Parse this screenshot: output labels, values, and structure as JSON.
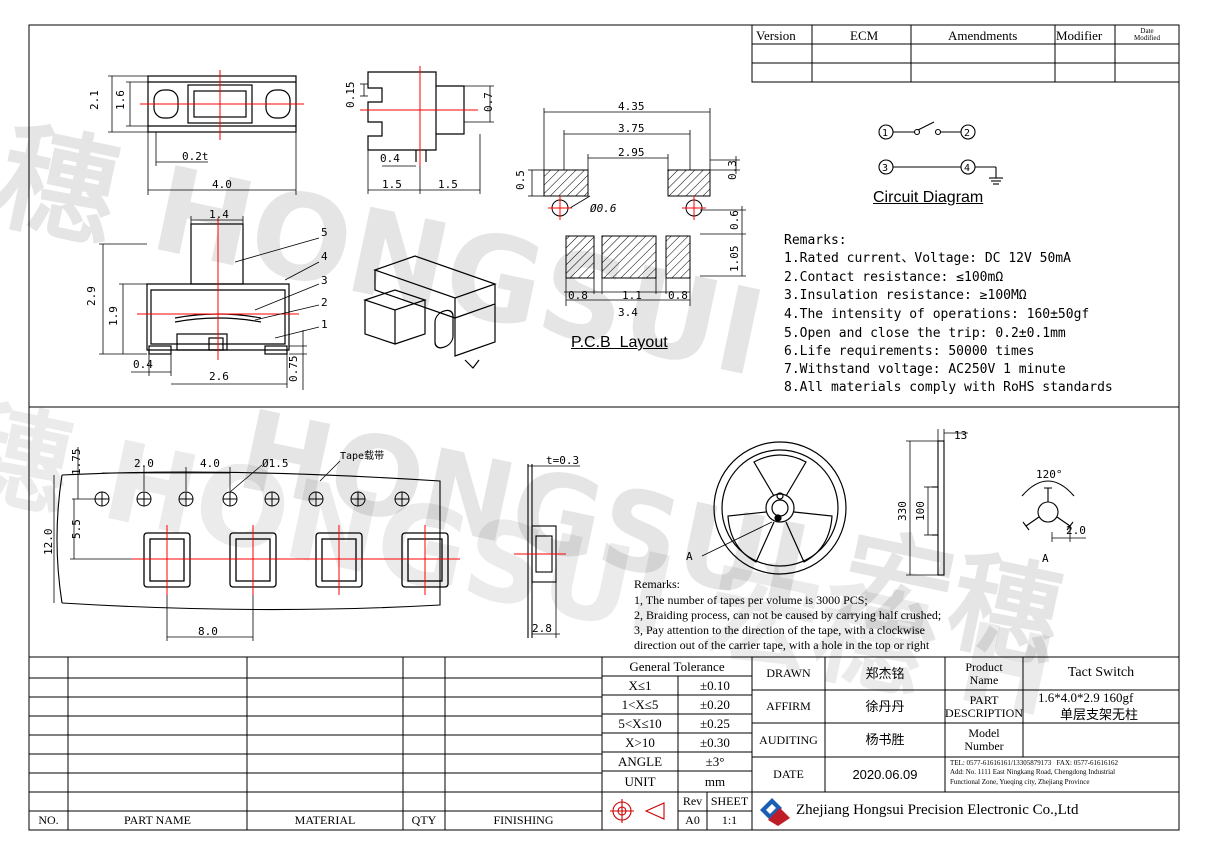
{
  "revision_table": {
    "headers": [
      "Version",
      "ECM",
      "Amendments",
      "Modifier"
    ],
    "date_modified": "Date\nModified"
  },
  "circuit": {
    "pins": [
      "1",
      "2",
      "3",
      "4"
    ],
    "title": "Circuit Diagram"
  },
  "pcb_layout": {
    "title": "P.C.B  Layout",
    "dims": {
      "w435": "4.35",
      "w375": "3.75",
      "w295": "2.95",
      "h05": "0.5",
      "h03": "0.3",
      "hole": "Ø0.6",
      "h06": "0.6",
      "h105": "1.05",
      "p08a": "0.8",
      "p11": "1.1",
      "p08b": "0.8",
      "w34": "3.4"
    }
  },
  "top_view_dims": {
    "h21": "2.1",
    "h16": "1.6",
    "t02": "0.2t",
    "w40": "4.0"
  },
  "side_view_dims": {
    "h015": "0.15",
    "h07": "0.7",
    "w04": "0.4",
    "w15a": "1.5",
    "w15b": "1.5"
  },
  "front_view_dims": {
    "w14": "1.4",
    "h29": "2.9",
    "h19": "1.9",
    "w04": "0.4",
    "w26": "2.6",
    "h075": "0.75",
    "callouts": [
      "5",
      "4",
      "3",
      "2",
      "1"
    ]
  },
  "remarks": {
    "title": "Remarks:",
    "items": [
      "1.Rated current、Voltage: DC 12V 50mA",
      "2.Contact resistance: ≤100mΩ",
      "3.Insulation resistance: ≥100MΩ",
      "4.The intensity of operations: 160±50gf",
      "5.Open and close the trip: 0.2±0.1mm",
      "6.Life requirements: 50000 times",
      "7.Withstand voltage: AC250V 1 minute",
      "8.All materials comply with RoHS standards"
    ]
  },
  "tape": {
    "dims": {
      "d175": "1.75",
      "p20": "2.0",
      "p40": "4.0",
      "hole": "Ø1.5",
      "tape_label": "Tape载带",
      "w55": "5.5",
      "w120": "12.0",
      "p80": "8.0",
      "t03": "t=0.3",
      "d28": "2.8"
    }
  },
  "reel": {
    "dims": {
      "w13": "13",
      "d330": "330",
      "d100": "100",
      "angle": "120°",
      "d20": "2.0"
    },
    "label_a": "A",
    "label_a2": "A"
  },
  "tape_remarks": {
    "title": "Remarks:",
    "items": [
      "1, The number of tapes per volume is 3000 PCS;",
      "2, Braiding process, can not be caused by carrying half crushed;",
      "3, Pay attention to the direction of the tape, with a clockwise",
      "direction out of the carrier tape, with a hole in the top or right"
    ]
  },
  "bom": {
    "headers": [
      "NO.",
      "PART NAME",
      "MATERIAL",
      "QTY",
      "FINISHING"
    ]
  },
  "tolerance": {
    "title": "General Tolerance",
    "rows": [
      [
        "X≤1",
        "±0.10"
      ],
      [
        "1<X≤5",
        "±0.20"
      ],
      [
        "5<X≤10",
        "±0.25"
      ],
      [
        "X>10",
        "±0.30"
      ],
      [
        "ANGLE",
        "±3°"
      ],
      [
        "UNIT",
        "mm"
      ]
    ],
    "rev_label": "Rev",
    "rev_value": "A0",
    "sheet_label": "SHEET",
    "sheet_value": "1:1"
  },
  "approvals": {
    "drawn_label": "DRAWN",
    "drawn": "郑杰铭",
    "affirm_label": "AFFIRM",
    "affirm": "徐丹丹",
    "auditing_label": "AUDITING",
    "auditing": "杨书胜",
    "date_label": "DATE",
    "date": "2020.06.09"
  },
  "product": {
    "name_label": "Product\nName",
    "name": "Tact Switch",
    "part_label": "PART\nDESCRIPTION",
    "part_line1": "1.6*4.0*2.9 160gf",
    "part_line2": "单层支架无柱",
    "model_label": "Model\nNumber",
    "contact": "TEL: 0577-61616161/13305879173   FAX: 0577-61616162\nAdd: No. 1111 East Ningkang Road, Chengdong Industrial\nFunctional Zone, Yueqing city, Zhejiang Province",
    "company": "Zhejiang Hongsui Precision Electronic Co.,Ltd"
  },
  "watermark": {
    "text1": "穗 HONGSUI",
    "text2": "HONGSUI 宏穗",
    "text3": "穗 HONGSUI 宏穗 H"
  }
}
